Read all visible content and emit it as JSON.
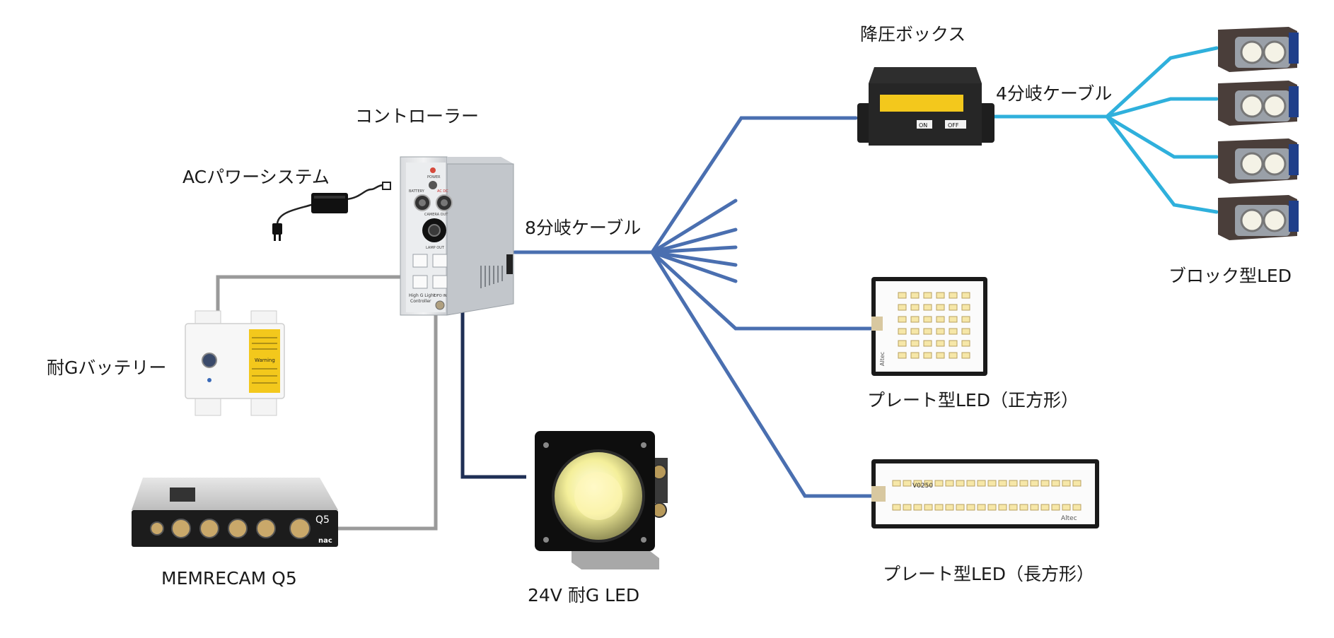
{
  "labels": {
    "controller": "コントローラー",
    "ac_power": "ACパワーシステム",
    "battery": "耐Gバッテリー",
    "camera": "MEMRECAM Q5",
    "led24": "24V 耐G LED",
    "cable8": "8分岐ケーブル",
    "stepdown": "降圧ボックス",
    "cable4": "4分岐ケーブル",
    "block_led": "ブロック型LED",
    "plate_square": "プレート型LED（正方形）",
    "plate_rect": "プレート型LED（長方形）"
  },
  "device_text": {
    "controller_top": "POWER",
    "controller_battery": "BATTERY",
    "controller_acdc": "AC DC",
    "controller_camera_out": "CAMERA OUT",
    "controller_lamp_out": "LAMP OUT",
    "controller_name1": "High G Light",
    "controller_name2": "Controller",
    "controller_dfo": "DFO IN",
    "box_on": "ON",
    "box_off": "OFF",
    "battery_warning": "Warning",
    "camera_brand": "Q5",
    "camera_maker": "nac",
    "plate_square_brand": "Altec",
    "plate_rect_model": "V0250",
    "plate_rect_brand": "Altec"
  },
  "colors": {
    "blue_cable": "#4a6fb0",
    "cyan_cable": "#2fb0dc",
    "gray_cable": "#999999",
    "navy_cable": "#1f2f55",
    "warning_yellow": "#f3c81c"
  },
  "icons": {
    "plug": "plug-icon",
    "adapter": "power-adapter-icon"
  }
}
